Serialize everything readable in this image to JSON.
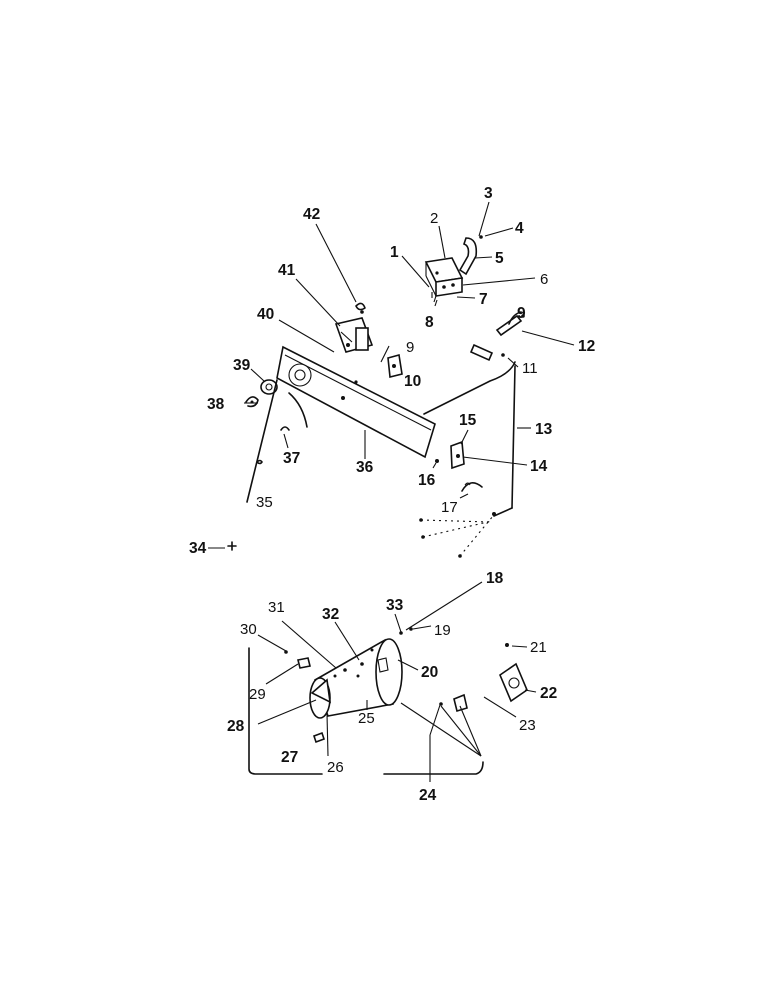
{
  "diagram": {
    "labels": {
      "l1": "1",
      "l2": "2",
      "l3": "3",
      "l4": "4",
      "l5": "5",
      "l6": "6",
      "l7": "7",
      "l8": "8",
      "l9a": "9",
      "l9b": "9",
      "l10": "10",
      "l11": "11",
      "l12": "12",
      "l13": "13",
      "l14": "14",
      "l15": "15",
      "l16": "16",
      "l17": "17",
      "l18": "18",
      "l19": "19",
      "l20": "20",
      "l21": "21",
      "l22": "22",
      "l23": "23",
      "l24": "24",
      "l25": "25",
      "l26": "26",
      "l27": "27",
      "l28": "28",
      "l29": "29",
      "l30": "30",
      "l31": "31",
      "l32": "32",
      "l33": "33",
      "l34": "34",
      "l35": "35",
      "l36": "36",
      "l37": "37",
      "l38": "38",
      "l39": "39",
      "l40": "40",
      "l41": "41",
      "l42": "42"
    }
  }
}
